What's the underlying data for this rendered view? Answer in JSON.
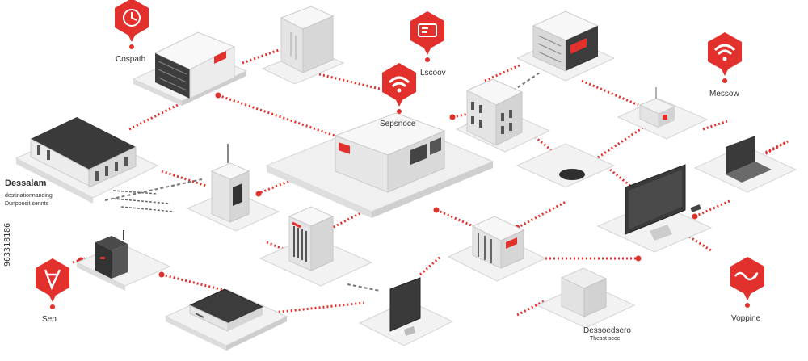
{
  "labels": {
    "top_left": "Cospath",
    "top_mid": "Lscoov",
    "hub": "Sepsnoce",
    "top_right": "Messow",
    "warehouse_title": "Dessalam",
    "warehouse_sub1": "destinationnanding",
    "warehouse_sub2": "Dunpoosit sennts",
    "bottom_left": "Sep",
    "bottom_center_title": "Dessoedsero",
    "bottom_center_sub": "Thesst scce",
    "bottom_right": "Voppine",
    "watermark_id": "963318186"
  },
  "colors": {
    "accent": "#e2312d",
    "platform": "#f2f2f2",
    "platform_edge": "#d4d4d4",
    "device": "#ebebeb",
    "dark": "#3a3a3a"
  },
  "icons": [
    "calendar-clock-icon",
    "dashboard-icon",
    "wifi-icon",
    "wifi-icon",
    "scale-icon",
    "link-icon"
  ]
}
